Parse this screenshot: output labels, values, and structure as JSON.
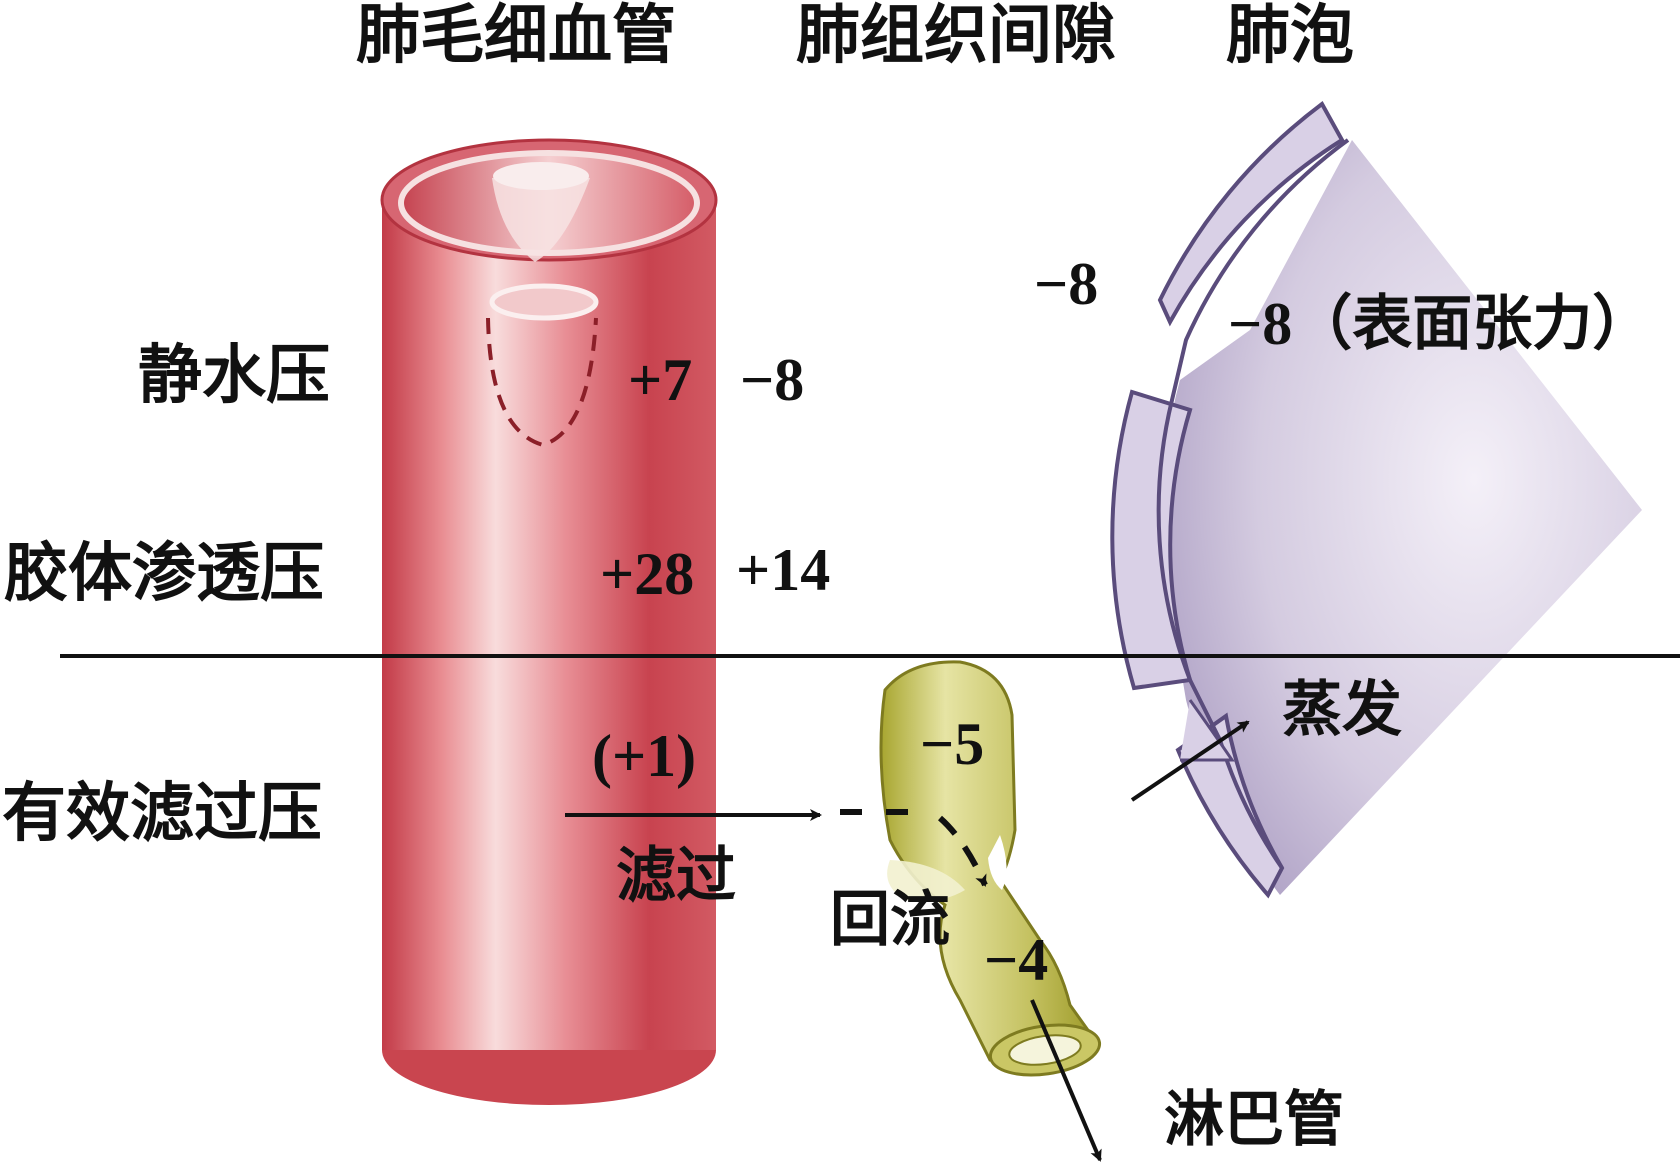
{
  "headers": {
    "capillary": "肺毛细血管",
    "interstitium": "肺组织间隙",
    "alveolus": "肺泡"
  },
  "rows": {
    "hydrostatic": "静水压",
    "oncotic": "胶体渗透压",
    "effective": "有效滤过压"
  },
  "values": {
    "capillary_hydrostatic": "+7",
    "interstitial_hydrostatic": "−8",
    "capillary_oncotic": "+28",
    "interstitial_oncotic": "+14",
    "effective_filtration": "(+1)",
    "alveolar_pressure": "−8",
    "surface_tension": "−8（表面张力）",
    "lymph_upper": "−5",
    "lymph_lower": "−4"
  },
  "flows": {
    "filtration": "滤过",
    "reflux": "回流",
    "evaporation": "蒸发",
    "lymphatic": "淋巴管"
  },
  "colors": {
    "capillary": "#c8434f",
    "lymphatic": "#b3b03c",
    "alveolus": "#c9bed8"
  }
}
